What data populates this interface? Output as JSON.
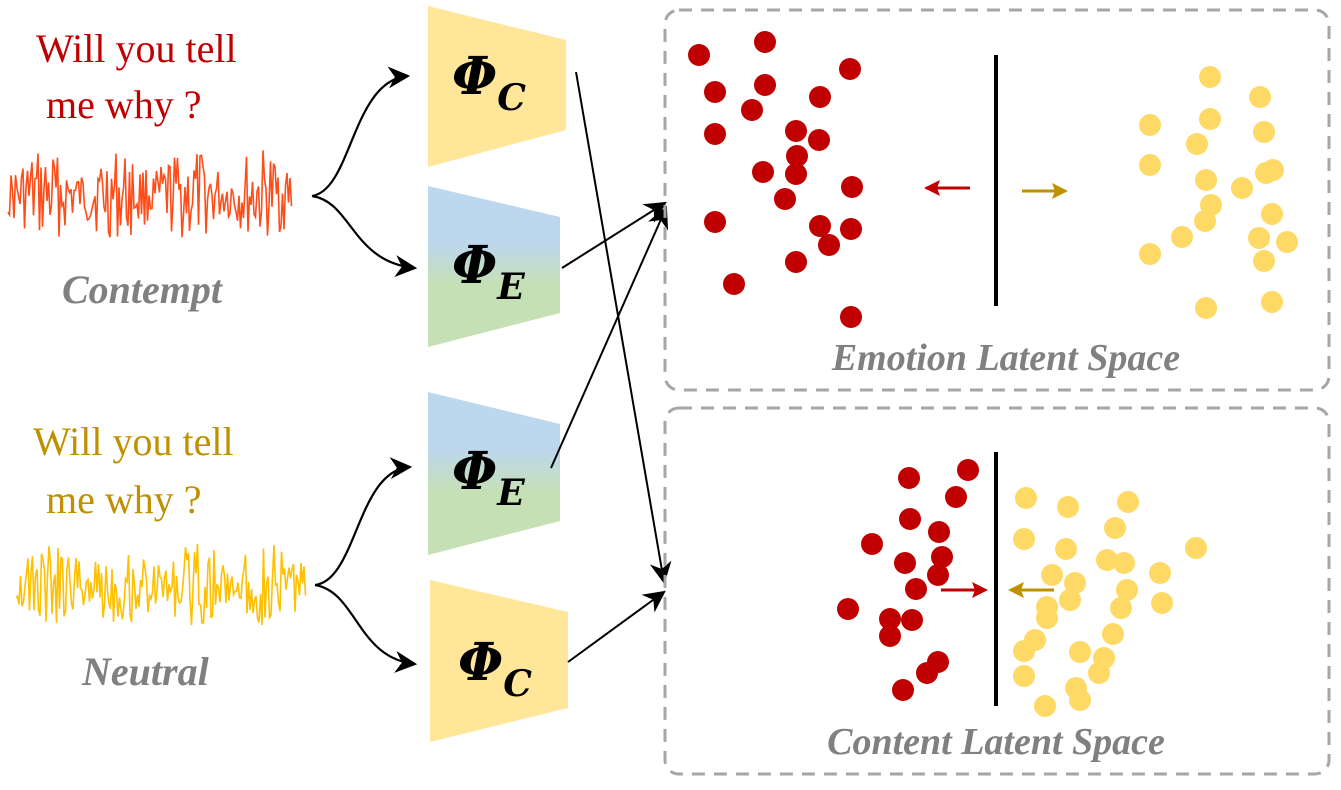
{
  "colors": {
    "contempt": "#c00000",
    "neutral": "#bf9000",
    "red_wave": "#ff4d1a",
    "yellow_wave": "#ffc000",
    "red_dot": "#c00000",
    "yellow_dot": "#ffd966",
    "encoder_content": "#ffe699",
    "encoder_emotion_top": "#bdd7ee",
    "encoder_emotion_bottom": "#c5e0b4",
    "box_border": "#a6a6a6",
    "label_gray": "#808080",
    "arrow_red": "#c00000",
    "arrow_gold": "#bf9000"
  },
  "inputs": [
    {
      "utterance_line1": "Will you tell",
      "utterance_line2": "me why ?",
      "emotion": "Contempt"
    },
    {
      "utterance_line1": "Will you tell",
      "utterance_line2": "me why ?",
      "emotion": "Neutral"
    }
  ],
  "encoders": {
    "content": {
      "symbol": "Φ",
      "subscript": "C"
    },
    "emotion": {
      "symbol": "Φ",
      "subscript": "E"
    }
  },
  "spaces": {
    "emotion": {
      "label": "Emotion Latent Space"
    },
    "content": {
      "label": "Content Latent Space"
    }
  }
}
